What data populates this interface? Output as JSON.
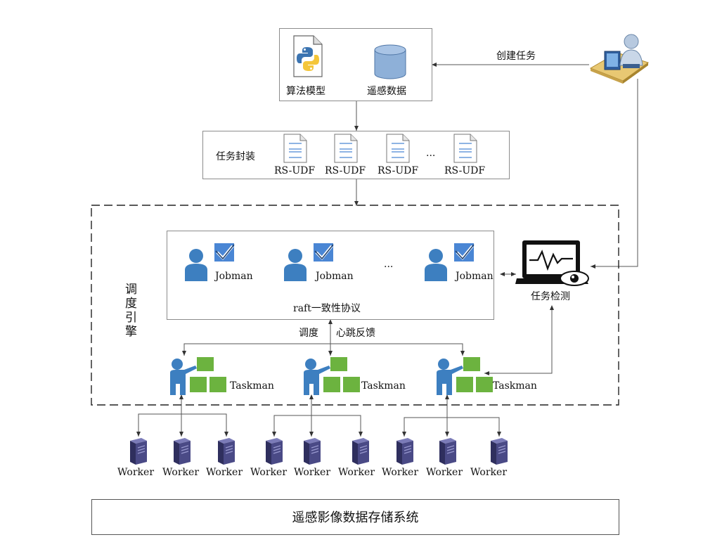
{
  "input_box": {
    "algorithm_label": "算法模型",
    "remote_data_label": "遥感数据"
  },
  "create_task_label": "创建任务",
  "packaging": {
    "title": "任务封装",
    "udf_items": [
      "RS-UDF",
      "RS-UDF",
      "RS-UDF",
      "RS-UDF"
    ],
    "ellipsis": "..."
  },
  "scheduler": {
    "title_chars": [
      "调",
      "度",
      "引",
      "擎"
    ],
    "jobman_label": "Jobman",
    "ellipsis": "...",
    "raft_label": "raft一致性协议",
    "schedule_label": "调度",
    "heartbeat_label": "心跳反馈",
    "task_monitor_label": "任务检测",
    "taskman_label": "Taskman"
  },
  "worker_label": "Worker",
  "storage_label": "遥感影像数据存储系统",
  "colors": {
    "person_blue": "#3d7fc0",
    "check_blue": "#4a86d4",
    "block_green": "#6cb33f",
    "server_purple": "#4a4a86",
    "db_blue": "#8eb0d8"
  }
}
